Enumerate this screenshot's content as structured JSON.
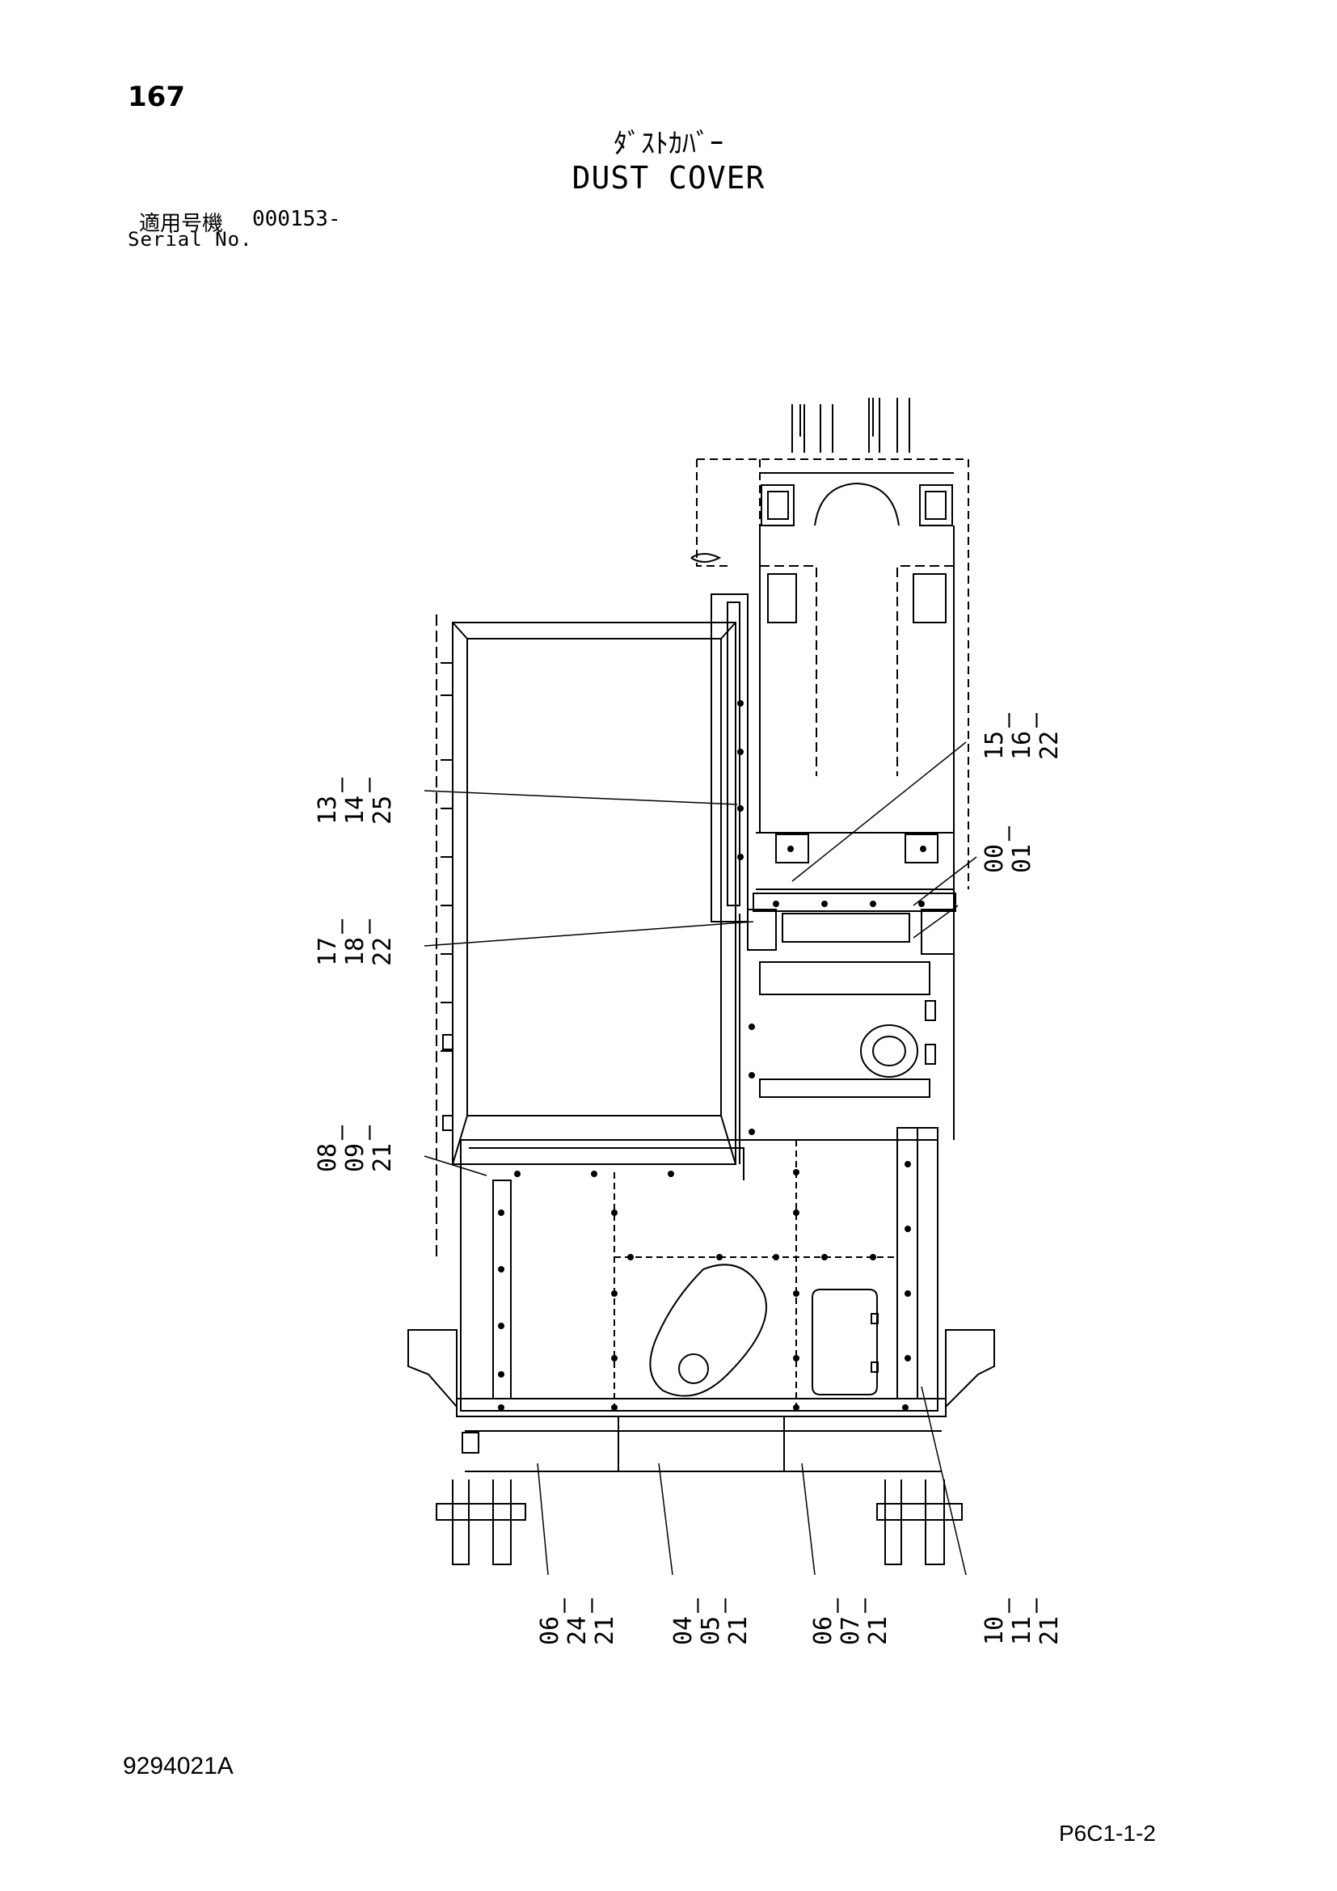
{
  "page_number": "167",
  "title_jp": "ﾀﾞｽﾄｶﾊﾞｰ",
  "title_en": "DUST COVER",
  "serial": {
    "label_jp": "適用号機",
    "from": "000153-",
    "label_en": "Serial No."
  },
  "callouts": [
    {
      "lines": [
        "13",
        "14",
        "25"
      ]
    },
    {
      "lines": [
        "15",
        "16",
        "22"
      ]
    },
    {
      "lines": [
        "00",
        "01"
      ]
    },
    {
      "lines": [
        "17",
        "18",
        "22"
      ]
    },
    {
      "lines": [
        "08",
        "09",
        "21"
      ]
    },
    {
      "lines": [
        "06",
        "24",
        "21"
      ]
    },
    {
      "lines": [
        "04",
        "05",
        "21"
      ]
    },
    {
      "lines": [
        "06",
        "07",
        "21"
      ]
    },
    {
      "lines": [
        "10",
        "11",
        "21"
      ]
    }
  ],
  "doc_number": "9294021A",
  "sheet_ref": "P6C1-1-2"
}
